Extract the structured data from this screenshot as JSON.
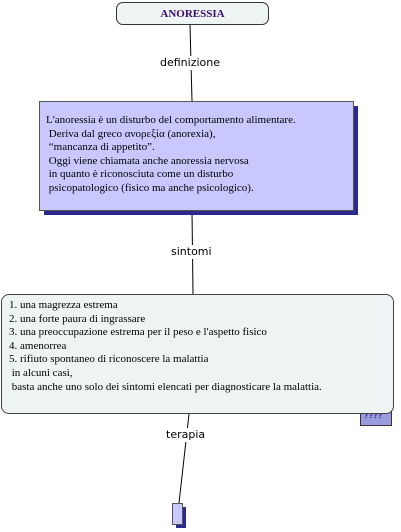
{
  "title": "ANORESSIA",
  "links": {
    "definition": "definizione",
    "symptoms": "sintomi",
    "therapy": "terapia"
  },
  "definition_lines": [
    "L'anoressia è un disturbo del comportamento alimentare.",
    " Deriva dal greco ανορεξία (anorexia),",
    " “mancanza di appetito”.",
    " Oggi viene chiamata anche anoressia nervosa",
    " in quanto è riconosciuta come un disturbo",
    " psicopatologico (fisico ma anche psicologico)."
  ],
  "symptom_lines": [
    "1. una magrezza estrema",
    "2. una forte paura di ingrassare",
    "3. una preoccupazione estrema per il peso e l'aspetto fisico",
    "4. amenorrea",
    "5. rifiuto spontaneo di riconoscere la malattia",
    " in alcuni casi,",
    " basta anche uno solo dei sintomi elencati per diagnosticare la malattia."
  ],
  "collapsed_marker": "????",
  "colors": {
    "definition_fill": "#c8c8ff",
    "shadow": "#2a2a8e",
    "node_fill": "#eef4f4"
  }
}
